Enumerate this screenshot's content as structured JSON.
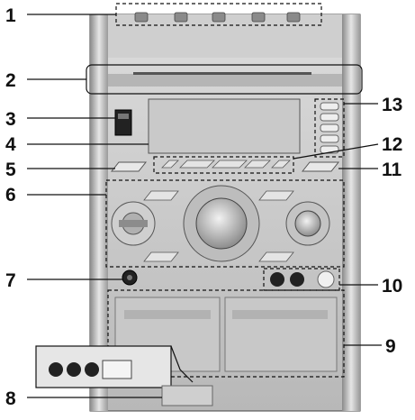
{
  "callouts": [
    "1",
    "2",
    "3",
    "4",
    "5",
    "6",
    "7",
    "8",
    "9",
    "10",
    "11",
    "12",
    "13"
  ],
  "colors": {
    "body_light": "#d6d6d6",
    "body_mid": "#bdbdbd",
    "body_dark": "#8e8e8e",
    "display": "#c9c9c9",
    "outline": "#222222",
    "line": "#111111"
  },
  "icons": {
    "power": "power-button-icon",
    "disc_tray": "disc-tray-icon",
    "jack": "audio-jack-icon",
    "usb": "usb-port-icon",
    "knob": "jog-dial-icon"
  }
}
